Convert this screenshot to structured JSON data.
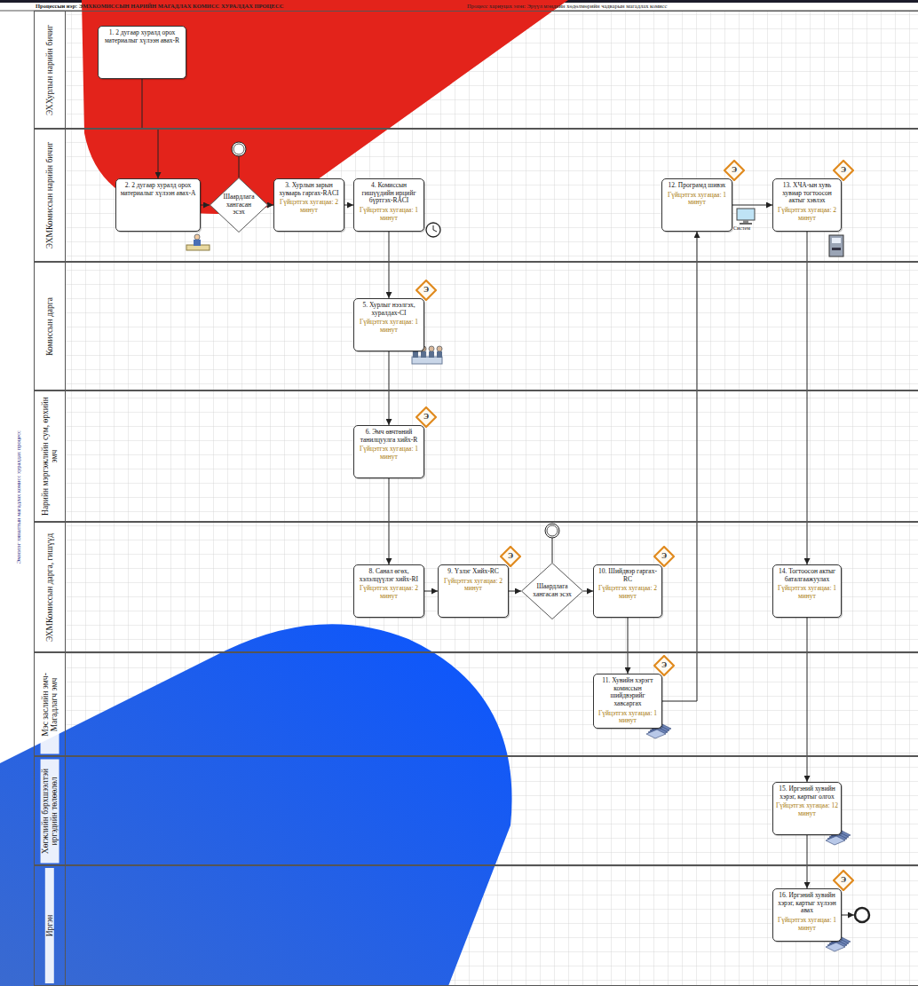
{
  "diagram": {
    "title": "Процессын нэр: ЭМХКОМИССЫН НАРИЙН МАГАДЛАХ КОМИСС ХУРАЛДАХ ПРОЦЕСС",
    "nodes": [
      {
        "text": [
          "ЭХХурлын нарийн бичиг"
        ]
      },
      {
        "text": [
          "ЭХМКомиссын нарийн бичиг"
        ]
      },
      {
        "text": [
          "Комиссын дарга"
        ]
      },
      {
        "text": [
          "Нарийн мэргэжлийн сум, өрхийн эмч"
        ]
      },
      {
        "text": [
          "ЭХМКомиссын дарга, гишүүд"
        ]
      },
      {
        "text": [
          "Мэс заслийн эмч-Магадлагч эмч"
        ]
      },
      {
        "text": [
          "Хөгжлийн бэрхшээлтэй иргэдийн төлөөлөл"
        ]
      },
      {
        "text": [
          "Иргэн"
        ]
      },
      {
        "text": [
          "1. 2 дугаар хуралд орох материалыг хүлээн авах-R"
        ],
        "in": 0
      },
      {
        "text": [
          "2. 2 дугаар хуралд орох материалыг хүлээн авах-А"
        ],
        "in": 1
      },
      {
        "text": [
          "Шаардлага хангасан эсэх"
        ],
        "in": 1
      },
      {
        "text": [
          "3. Хурлын зарын хуваарь гаргах-RACI",
          "Гүйцэтгэх хугацаа: 2 минут"
        ],
        "in": 1
      },
      {
        "text": [
          "4. Комиссын гишүүдийн ирцийг бүртгэх-RACI",
          "Гүйцэтгэх хугацаа: 1 минут"
        ],
        "in": 1
      },
      {
        "text": [
          "5. Хурлыг нээлгэх, хуралдах-CI",
          "Гүйцэтгэх хугацаа: 1 минут"
        ],
        "in": 2
      },
      {
        "text": [
          "6. Эмч өвчтөний танилцуулга хийх-R",
          "Гүйцэтгэх хугацаа: 1 минут"
        ],
        "in": 3
      },
      {
        "text": [
          "8. Санал өгөх, хэлэлцүүлэг хийх-RI",
          "Гүйцэтгэх хугацаа: 2 минут"
        ],
        "in": 4
      },
      {
        "text": [
          "9. Үзлэг Хийх-RC",
          "Гүйцэтгэх хугацаа: 2 минут"
        ],
        "in": 4
      },
      {
        "text": [
          "Шаардлага хангасан эсэх"
        ],
        "in": 4
      },
      {
        "text": [
          "10. Шийдвэр гаргах-RC",
          "Гүйцэтгэх хугацаа: 2 минут"
        ],
        "in": 4
      },
      {
        "text": [
          "11. Хувийн хэрэгт комиссын шийдвэрийг хавсаргах",
          "Гүйцэтгэх хугацаа: 1 минут"
        ],
        "in": 5
      },
      {
        "text": [
          "12. Програмд шивэх",
          "Гүйцэтгэх хугацаа: 1 минут"
        ],
        "in": 1
      },
      {
        "text": [
          "13. ХЧА-ын хувь хувиар тогтоосон актыг хэвлэх",
          "Гүйцэтгэх хугацаа: 2 минут"
        ],
        "in": 1
      },
      {
        "text": [
          "14. Тогтоосон актыг баталгаажуулах",
          "Гүйцэтгэх хугацаа: 1 минут"
        ],
        "in": 4
      },
      {
        "text": [
          "15. Иргэний хувийн хэрэг, картыг олгох",
          "Гүйцэтгэх хугацаа: 12 минут"
        ],
        "in": 6
      },
      {
        "text": [
          "16. Иргэний хувийн хэрэг, картыг хүлээн авах",
          "Гүйцэтгэх хугацаа: 1 минут"
        ],
        "in": 7
      }
    ],
    "edges": [
      {
        "from": 8,
        "to": 9,
        "arrow": "to"
      },
      {
        "from": 9,
        "to": 10,
        "arrow": "to"
      },
      {
        "from": 10,
        "to": 11,
        "arrow": "to"
      },
      {
        "from": 11,
        "to": 12,
        "arrow": "to"
      },
      {
        "from": 12,
        "to": 13,
        "arrow": "to"
      },
      {
        "from": 13,
        "to": 14,
        "arrow": "to"
      },
      {
        "from": 14,
        "to": 15,
        "arrow": "to"
      },
      {
        "from": 15,
        "to": 16,
        "arrow": "to"
      },
      {
        "from": 16,
        "to": 17,
        "arrow": "to"
      },
      {
        "from": 17,
        "to": 18,
        "arrow": "to"
      },
      {
        "from": 18,
        "to": 19,
        "arrow": "to"
      },
      {
        "from": 19,
        "to": 20,
        "arrow": "to"
      },
      {
        "from": 20,
        "to": 21,
        "arrow": "to"
      },
      {
        "from": 21,
        "to": 22,
        "arrow": "to"
      },
      {
        "from": 22,
        "to": 23,
        "arrow": "to"
      },
      {
        "from": 23,
        "to": 24,
        "arrow": "to"
      }
    ],
    "labels": [
      "Процесс хариуцах эзэн: Эрүүл мэндийн хөдөлмөрийн чадварын магадлах комисс",
      "Эмнэлэг хяналтын магадлах комисс хуралдах процесс",
      "Э",
      "Э",
      "Э",
      "Э",
      "Э",
      "Э",
      "Э",
      "Э",
      "Систем"
    ]
  }
}
